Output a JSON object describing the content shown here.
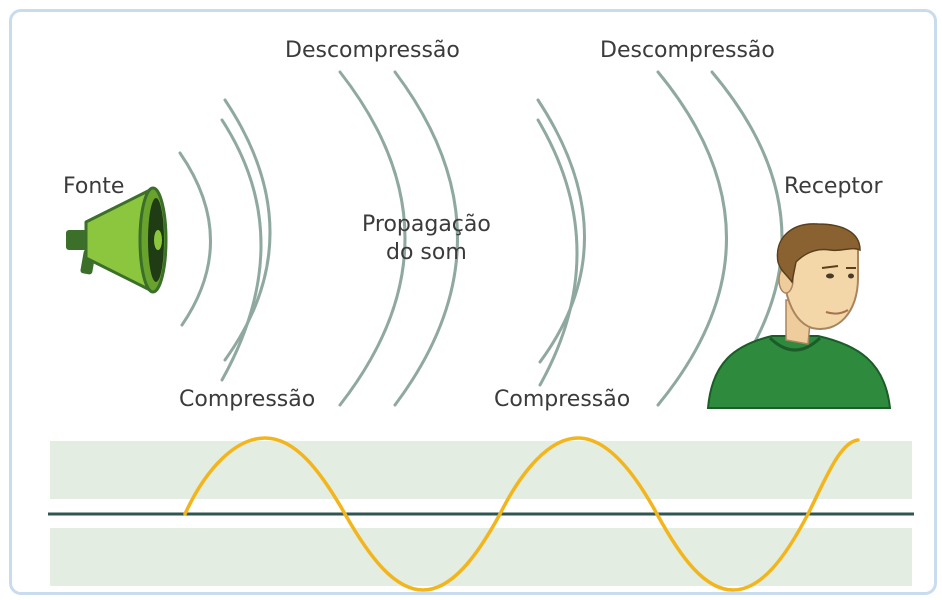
{
  "labels": {
    "source": "Fonte",
    "receiver": "Receptor",
    "compression_1": "Compressão",
    "compression_2": "Compressão",
    "decompression_1": "Descompressão",
    "decompression_2": "Descompressão",
    "propagation_line1": "Propagação",
    "propagation_line2": "do som"
  },
  "colors": {
    "wave_arc": "#8fa9a0",
    "sine_wave": "#f2b51c",
    "band": "#e4ede2",
    "axis": "#2f5651",
    "megaphone": "#8cc63f",
    "shirt": "#2e8b3d",
    "frame_border": "#c9dbef"
  },
  "icons": {
    "source": "megaphone-icon",
    "receiver": "person-icon"
  }
}
